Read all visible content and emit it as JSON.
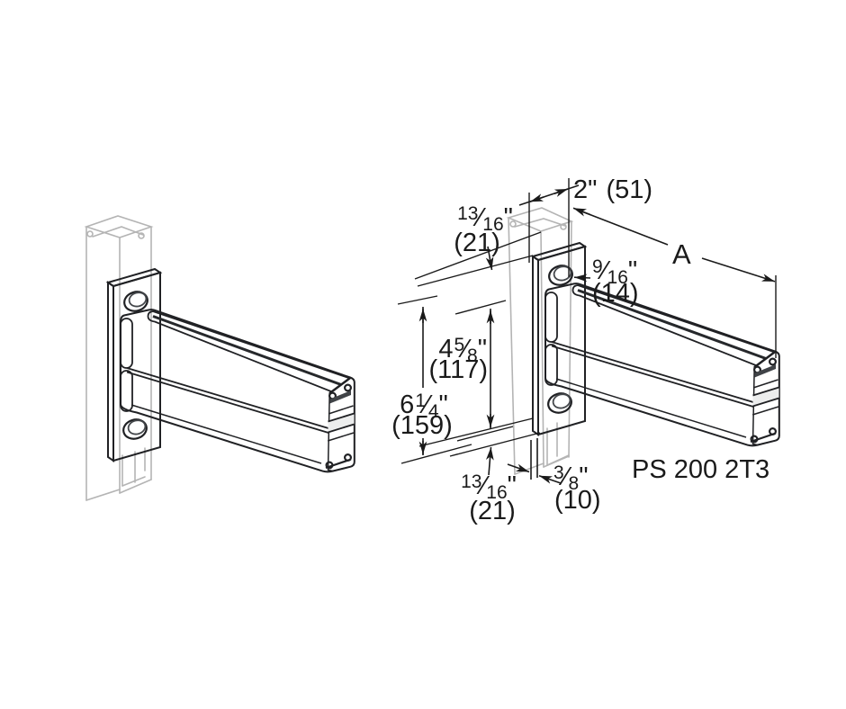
{
  "drawing": {
    "part_label": "PS 200 2T3",
    "fraction_slash": "⁄",
    "dimensions": {
      "top_width": {
        "whole": "2",
        "unit": "\"",
        "metric": "(51)"
      },
      "length": {
        "label": "A"
      },
      "hole_diameter": {
        "num": "9",
        "den": "16",
        "unit": "\"",
        "metric": "(14)"
      },
      "top_offset": {
        "num": "13",
        "den": "16",
        "unit": "\"",
        "metric": "(21)"
      },
      "channel_height": {
        "whole": "4",
        "num": "5",
        "den": "8",
        "unit": "\"",
        "metric": "(117)"
      },
      "plate_height": {
        "whole": "6",
        "num": "1",
        "den": "4",
        "unit": "\"",
        "metric": "(159)"
      },
      "bottom_offset": {
        "num": "13",
        "den": "16",
        "unit": "\"",
        "metric": "(21)"
      },
      "plate_thickness": {
        "num": "3",
        "den": "8",
        "unit": "\"",
        "metric": "(10)"
      }
    },
    "colors": {
      "steel_face": "#a9adb1",
      "steel_top": "#c6cacd",
      "steel_end": "#9ca0a4",
      "steel_shadow": "#404347",
      "outline": "#202124",
      "ghost": "#b4b4b4",
      "dimension": "#1a1a1a",
      "background": "#ffffff"
    }
  }
}
